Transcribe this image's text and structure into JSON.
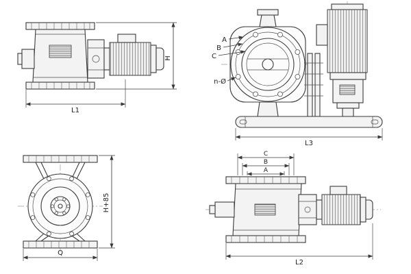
{
  "colors": {
    "ink": "#3a3a3a",
    "paper": "#ffffff"
  },
  "views": {
    "side_elevation": {
      "dim_L1": "L1",
      "dim_H": "H"
    },
    "front_view_motor": {
      "label_A": "A",
      "label_B": "B",
      "label_C": "C",
      "label_n_holes": "n-Ø",
      "dim_L3": "L3"
    },
    "front_view_round": {
      "dim_Q": "Q",
      "dim_H_plus_85": "H+85"
    },
    "side_view_drive": {
      "dim_C": "C",
      "dim_B": "B",
      "dim_A": "A",
      "dim_L2": "L2"
    }
  }
}
